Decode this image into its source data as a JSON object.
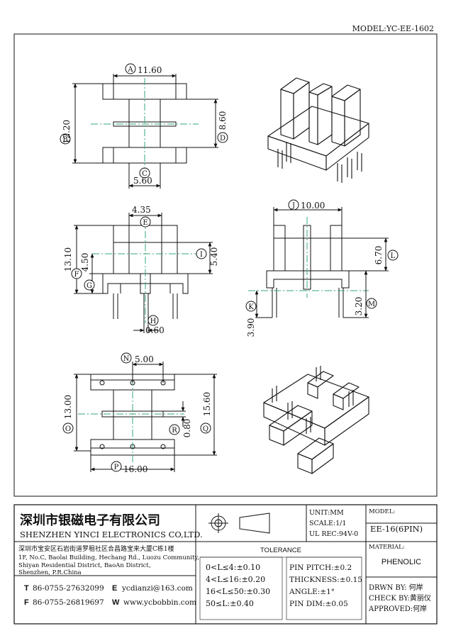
{
  "header": {
    "model": "MODEL:YC-EE-1602"
  },
  "views": {
    "top": {
      "dim_a": "11.60",
      "dim_b": "12.20",
      "dim_c": "5.60",
      "dim_d": "8.60",
      "bub_a": "A",
      "bub_b": "B",
      "bub_c": "C",
      "bub_d": "D"
    },
    "front": {
      "dim_e": "4.35",
      "dim_f": "13.10",
      "dim_g": "4.50",
      "dim_h": "0.60",
      "dim_i": "5.40",
      "bub_e": "E",
      "bub_f": "F",
      "bub_g": "G",
      "bub_h": "H",
      "bub_i": "I"
    },
    "side": {
      "dim_j": "10.00",
      "dim_k": "3.90",
      "dim_l": "6.70",
      "dim_m": "3.20",
      "bub_j": "J",
      "bub_k": "K",
      "bub_l": "L",
      "bub_m": "M"
    },
    "bottom": {
      "dim_n": "5.00",
      "dim_o": "13.00",
      "dim_p": "16.00",
      "dim_q": "15.60",
      "dim_r": "0.80",
      "bub_n": "N",
      "bub_o": "O",
      "bub_p": "P",
      "bub_q": "Q",
      "bub_r": "R"
    }
  },
  "title_block": {
    "company_cn": "深圳市银磁电子有限公司",
    "company_en": "SHENZHEN YINCI ELECTRONICS CO,LTD.",
    "address_cn": "深圳市宝安区石岩街道罗租社区合昌路宝来大厦C栋1楼",
    "address_en_1": "1F, No.C, Baolai Building, Hechang Rd., Luozu Community,",
    "address_en_2": "Shiyan Residential District, BaoAn District,",
    "address_en_3": "Shenzhen, P.R.China",
    "tel_label": "T",
    "tel": "86-0755-27632099",
    "fax_label": "F",
    "fax": "86-0755-26819697",
    "email_label": "E",
    "email": "ycdianzi@163.com",
    "web_label": "W",
    "web": "www.ycbobbin.com",
    "unit": "UNIT:MM",
    "scale": "SCALE:1/1",
    "ul_rec": "UL REC:94V-0",
    "model_label": "MODEL:",
    "model_value": "EE-16(6PIN)",
    "material_label": "MATERIAL:",
    "material_value": "PHENOLIC",
    "tolerance_title": "TOLERANCE",
    "tol_1": "0<L≤4:±0.10",
    "tol_2": "4<L≤16:±0.20",
    "tol_3": "16<L≤50:±0.30",
    "tol_4": "50≤L:±0.40",
    "pin_pitch": "PIN PITCH:±0.2",
    "thickness": "THICKNESS:±0.15",
    "angle": "ANGLE:±1°",
    "pin_dim": "PIN DIM:±0.05",
    "drawn_by": "DRWN BY: 何岸",
    "check_by": "CHECK BY:黄丽仪",
    "approved": "APPROVED:何岸"
  }
}
